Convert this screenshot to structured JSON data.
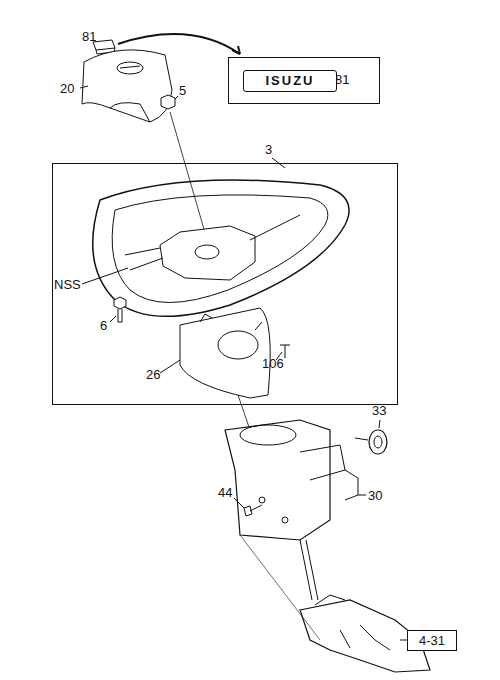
{
  "diagram": {
    "nodes": [
      {
        "text": [
          "81"
        ]
      },
      {
        "text": [
          "ISUZU"
        ],
        "in": 0
      },
      {
        "text": [
          "3"
        ]
      },
      {
        "text": [
          "4-31"
        ]
      }
    ],
    "labels": [
      "81",
      "20",
      "5",
      "NSS",
      "6",
      "26",
      "106",
      "33",
      "44",
      "30"
    ]
  }
}
